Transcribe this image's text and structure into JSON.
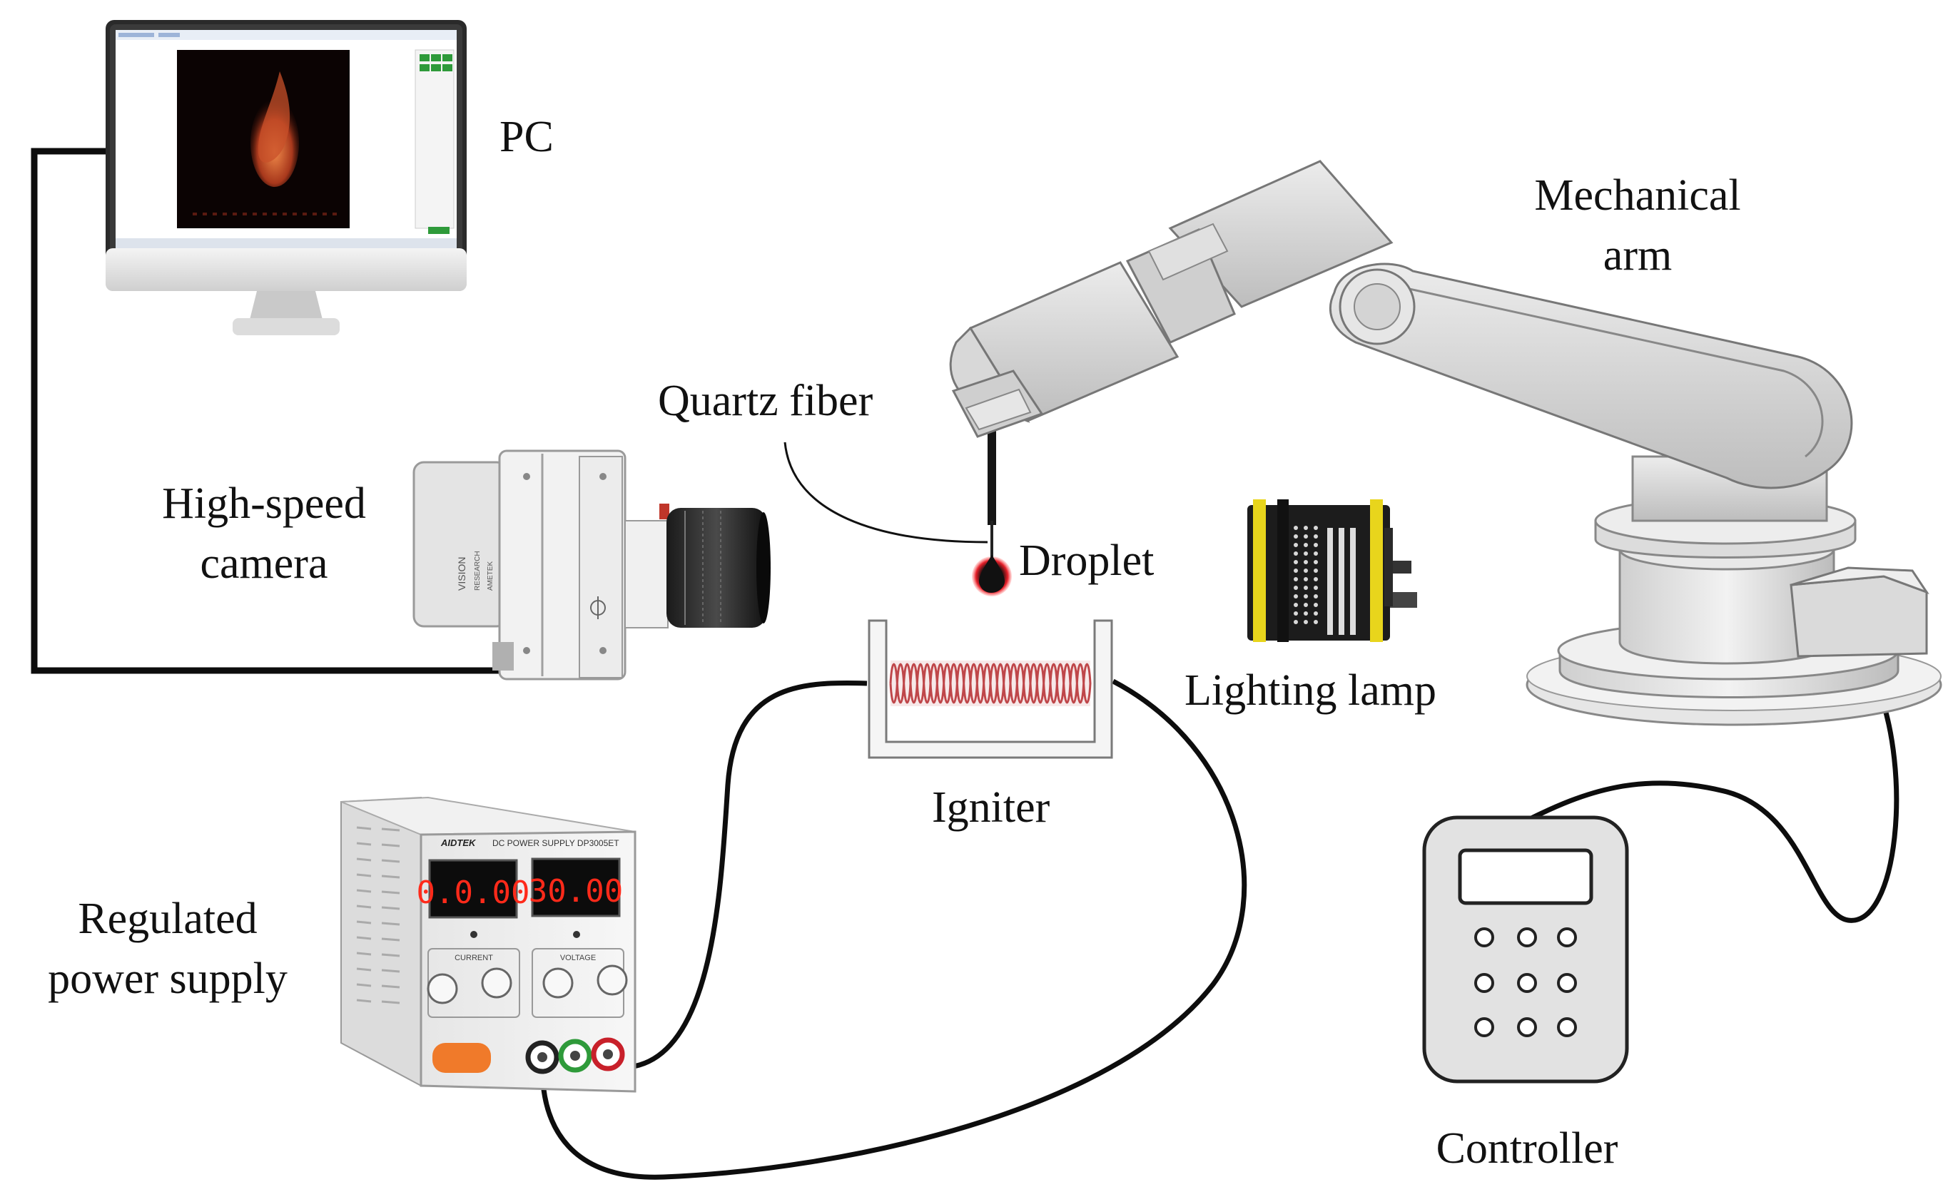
{
  "labels": {
    "pc": "PC",
    "mechanical_arm_line1": "Mechanical",
    "mechanical_arm_line2": "arm",
    "quartz_fiber": "Quartz fiber",
    "high_speed_camera_line1": "High-speed",
    "high_speed_camera_line2": "camera",
    "droplet": "Droplet",
    "lighting_lamp": "Lighting lamp",
    "igniter": "Igniter",
    "regulated_power_supply_line1": "Regulated",
    "regulated_power_supply_line2": "power supply",
    "controller": "Controller"
  },
  "power_supply": {
    "brand": "AIDTEK",
    "model_text": "DC POWER SUPPLY DP3005ET",
    "current_display": "0.0.00",
    "voltage_display": "30.00",
    "current_label": "CURRENT",
    "voltage_label": "VOLTAGE"
  },
  "camera": {
    "brand_text": "VISION RESEARCH",
    "maker_text": "AMETEK"
  },
  "colors": {
    "cable": "#0d0d0d",
    "coil": "#c0474b",
    "display_red": "#ff2a1a",
    "flame": "#c8502a",
    "droplet_glow": "#e8202a",
    "lamp_yellow": "#e8d51c",
    "button_orange": "#f07a2a",
    "arm_grey": "#d6d6d6"
  }
}
